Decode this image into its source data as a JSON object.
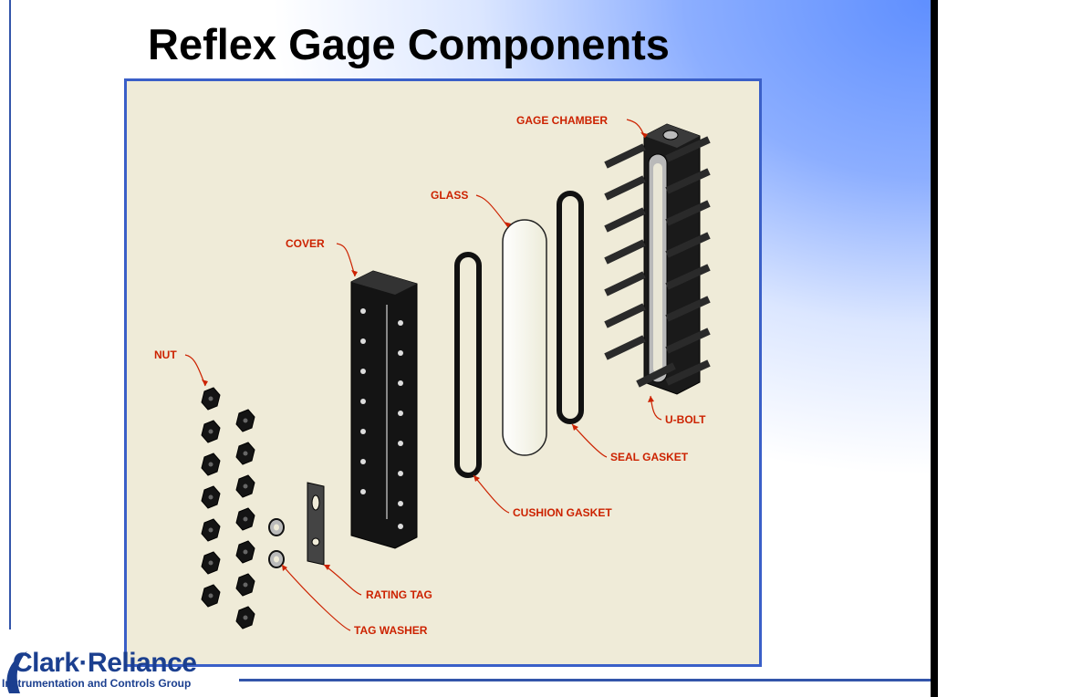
{
  "slide": {
    "title": "Reflex Gage Components"
  },
  "diagram": {
    "labels": {
      "gage_chamber": "GAGE CHAMBER",
      "glass": "GLASS",
      "cover": "COVER",
      "nut": "NUT",
      "u_bolt": "U-BOLT",
      "seal_gasket": "SEAL GASKET",
      "cushion_gasket": "CUSHION GASKET",
      "rating_tag": "RATING TAG",
      "tag_washer": "TAG WASHER"
    }
  },
  "logo": {
    "name": "Clark·Reliance",
    "tagline": "Instrumentation and Controls Group"
  },
  "colors": {
    "frame_border": "#3a5fc8",
    "diagram_bg": "#efebd8",
    "callout_red": "#cc2200",
    "brand_blue": "#1b3f8f",
    "accent_blue": "#5f8fff"
  }
}
